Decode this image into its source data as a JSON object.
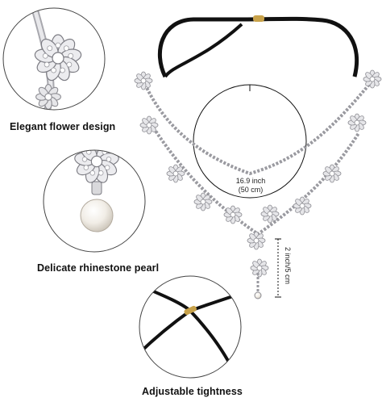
{
  "features": [
    {
      "id": "flower",
      "label": "Elegant flower design"
    },
    {
      "id": "pearl",
      "label": "Delicate rhinestone pearl"
    },
    {
      "id": "tightness",
      "label": "Adjustable tightness"
    }
  ],
  "measurements": {
    "circumference_inch": "16.9 inch",
    "circumference_cm": "(50 cm)",
    "drop_length": "2 inch/5 cm"
  },
  "colors": {
    "silver": "#c9c9cc",
    "silver_dark": "#8e8e94",
    "band": "#111111",
    "clasp": "#c8a24a",
    "circle_border": "#444444"
  }
}
